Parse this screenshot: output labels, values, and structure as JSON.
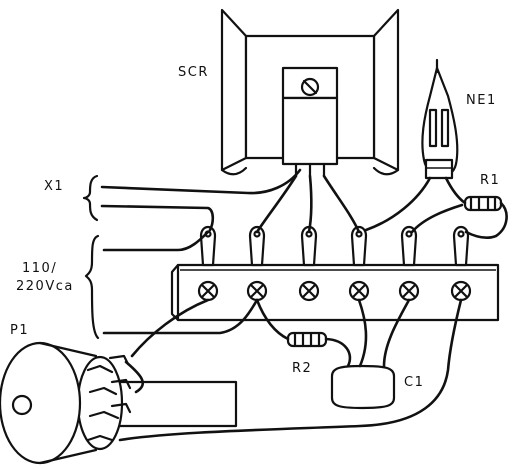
{
  "labels": {
    "scr": "SCR",
    "ne1": "NE1",
    "r1": "R1",
    "x1": "X1",
    "voltage_line1": "110/",
    "voltage_line2": "220Vca",
    "p1": "P1",
    "r2": "R2",
    "c1": "C1"
  },
  "ink_color": "#111111",
  "background_color": "#ffffff"
}
